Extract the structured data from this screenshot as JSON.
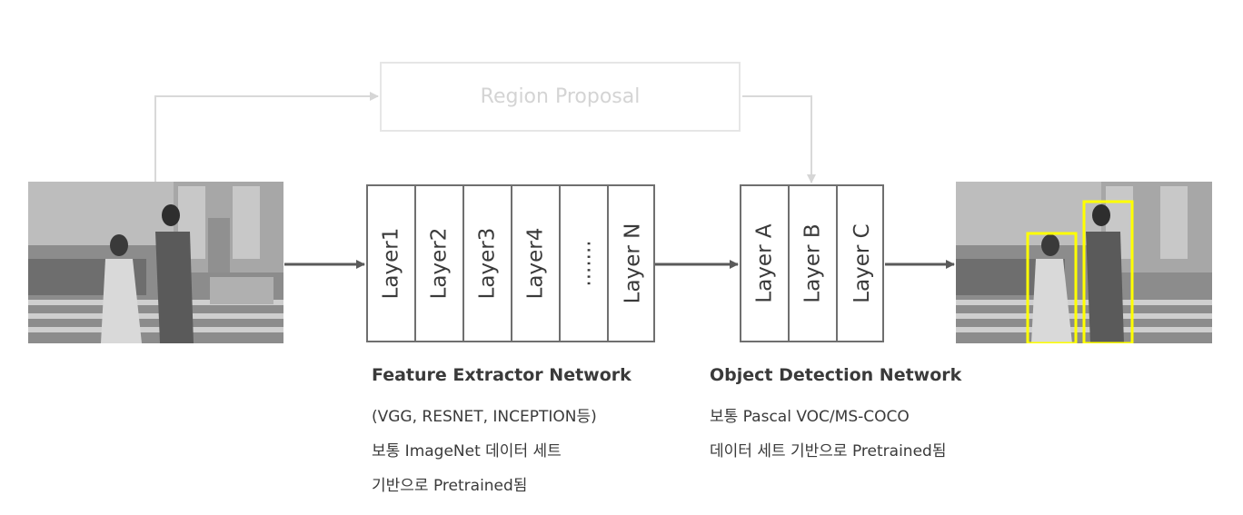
{
  "region_proposal": {
    "label": "Region Proposal"
  },
  "feature_extractor": {
    "layers": [
      "Layer1",
      "Layer2",
      "Layer3",
      "Layer4",
      ".......",
      "Layer N"
    ],
    "title": "Feature Extractor Network",
    "lines": [
      "(VGG, RESNET, INCEPTION등)",
      "보통 ImageNet 데이터 세트",
      "기반으로 Pretrained됨"
    ]
  },
  "object_detection": {
    "layers": [
      "Layer A",
      "Layer B",
      "Layer C"
    ],
    "title": "Object Detection Network",
    "lines": [
      "보통 Pascal VOC/MS-COCO",
      "데이터 세트 기반으로 Pretrained됨"
    ]
  },
  "colors": {
    "line_dark": "#5a5a5a",
    "line_light": "#d9d9d9",
    "box_border": "#6f6f6f",
    "bbox": "#ffff00"
  },
  "icons": [
    "input-photo",
    "output-photo-with-boxes"
  ]
}
